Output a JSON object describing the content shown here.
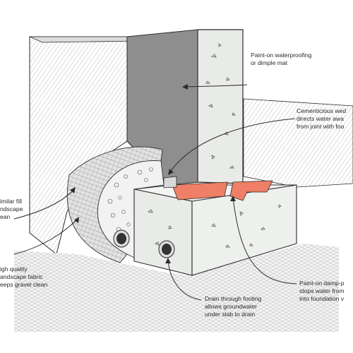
{
  "labels": {
    "waterproofing": [
      "Paint-on waterproofing",
      "or dimple mat"
    ],
    "cementicious": [
      "Cementicious wed",
      "directs water awa",
      "from joint with foo"
    ],
    "fill": [
      "imilar fill",
      "ndscape",
      "ean"
    ],
    "fabric": [
      "igh quality",
      "andscape fabric",
      "eeps gravel clean"
    ],
    "damp": [
      "Paint-on damp-p",
      "stops water from",
      "into foundation v"
    ],
    "drain": [
      "Drain through footing",
      "allows groundwater",
      "under slab to drain"
    ]
  },
  "colors": {
    "wall_face": "#8e8e8e",
    "concrete": "#e9ebe8",
    "damp_proofing": "#ef7f66",
    "line": "#2b2b2b"
  }
}
